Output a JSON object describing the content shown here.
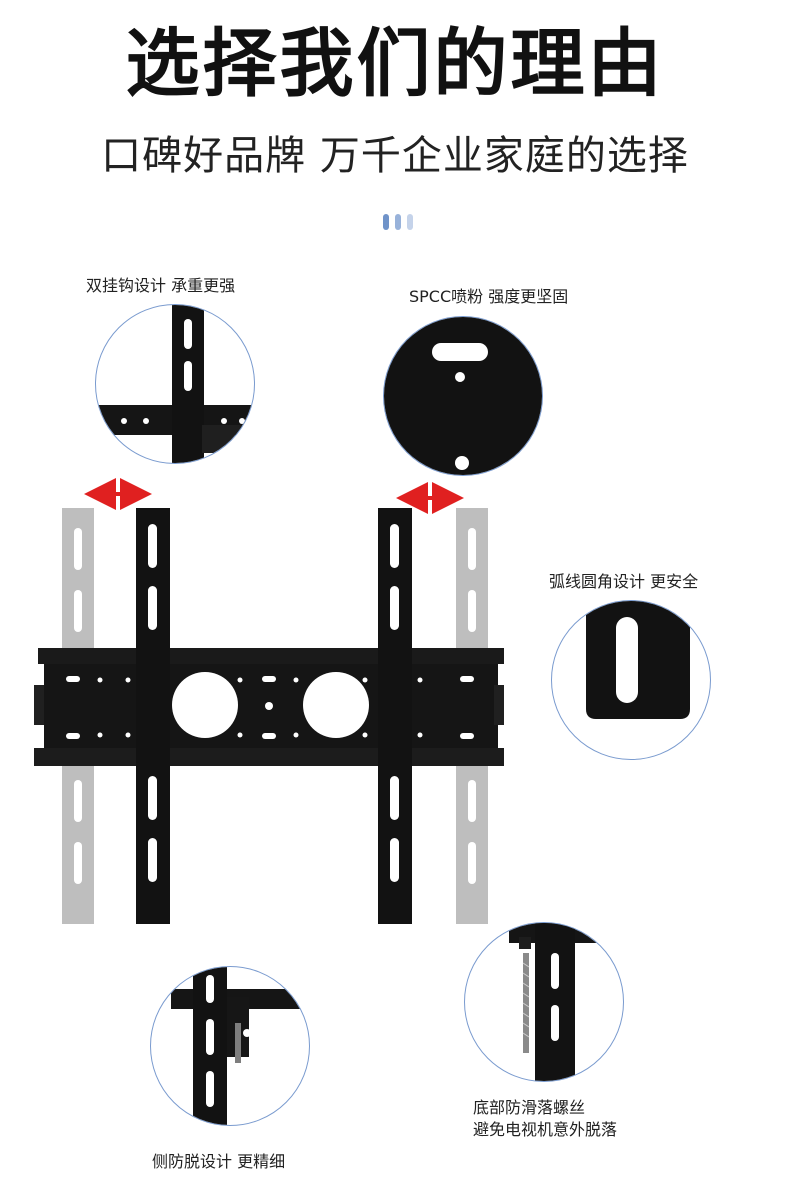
{
  "header": {
    "title": "选择我们的理由",
    "subtitle": "口碑好品牌 万千企业家庭的选择"
  },
  "features": {
    "top_left": "双挂钩设计 承重更强",
    "top_right": "SPCC喷粉 强度更坚固",
    "middle_right": "弧线圆角设计 更安全",
    "bottom_right_line1": "底部防滑落螺丝",
    "bottom_right_line2": "避免电视机意外脱落",
    "bottom_left": "侧防脱设计 更精细"
  },
  "colors": {
    "accent_blue": "#7a9bcf",
    "arrow_red": "#e02020",
    "bracket_black": "#121212",
    "bracket_ghost_gray": "#b5b5b5"
  }
}
